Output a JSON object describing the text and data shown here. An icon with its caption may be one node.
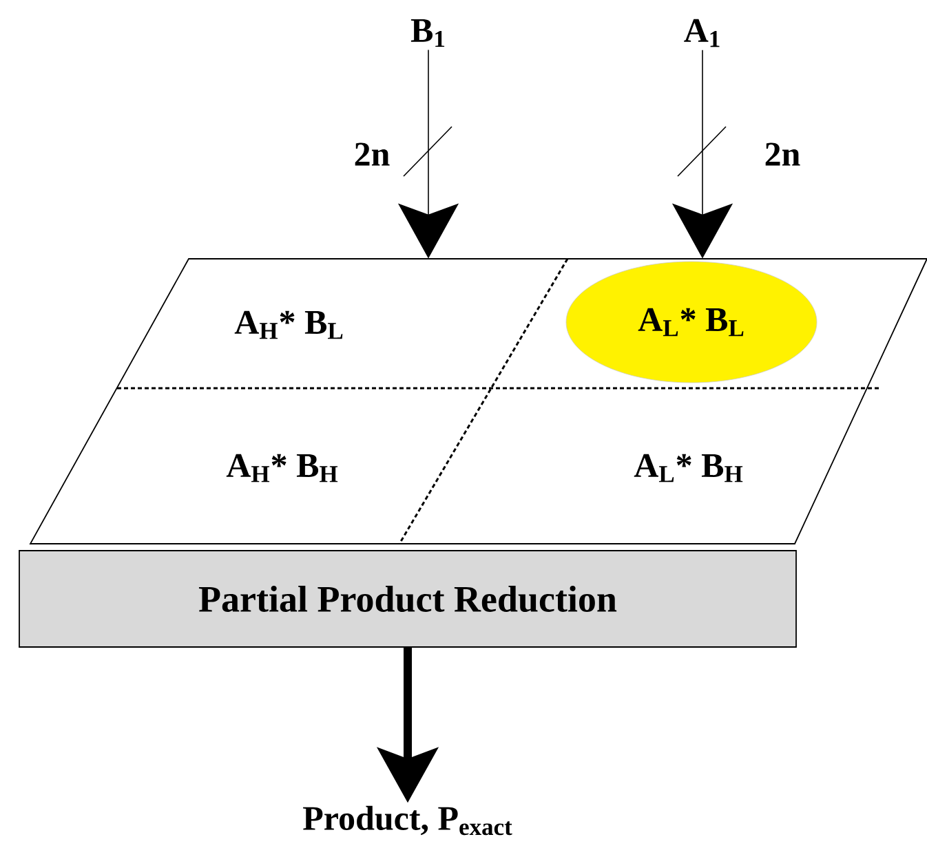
{
  "diagram": {
    "nodes": [
      {
        "text": [
          "B$_{1}$"
        ]
      },
      {
        "text": [
          "A$_{1}$"
        ]
      },
      {
        "text": [],
        "shape": "parallelogram"
      },
      {
        "text": [
          "A$_{H}$* B$_{L}$"
        ],
        "in": 2
      },
      {
        "text": [
          "A$_{L}$* B$_{L}$"
        ],
        "in": 2
      },
      {
        "text": [
          "A$_{H}$* B$_{H}$"
        ],
        "in": 2
      },
      {
        "text": [
          "A$_{L}$* B$_{H}$"
        ],
        "in": 2
      },
      {
        "text": [
          "Partial Product Reduction"
        ]
      },
      {
        "text": [
          "Product, P$_{exact}$"
        ]
      }
    ],
    "edges": [
      {
        "from": 0,
        "to": 2,
        "arrow": "to",
        "label": "2n"
      },
      {
        "from": 1,
        "to": 2,
        "arrow": "to",
        "label": "2n"
      },
      {
        "from": 7,
        "to": 8,
        "arrow": "to",
        "style": "thick"
      }
    ]
  }
}
